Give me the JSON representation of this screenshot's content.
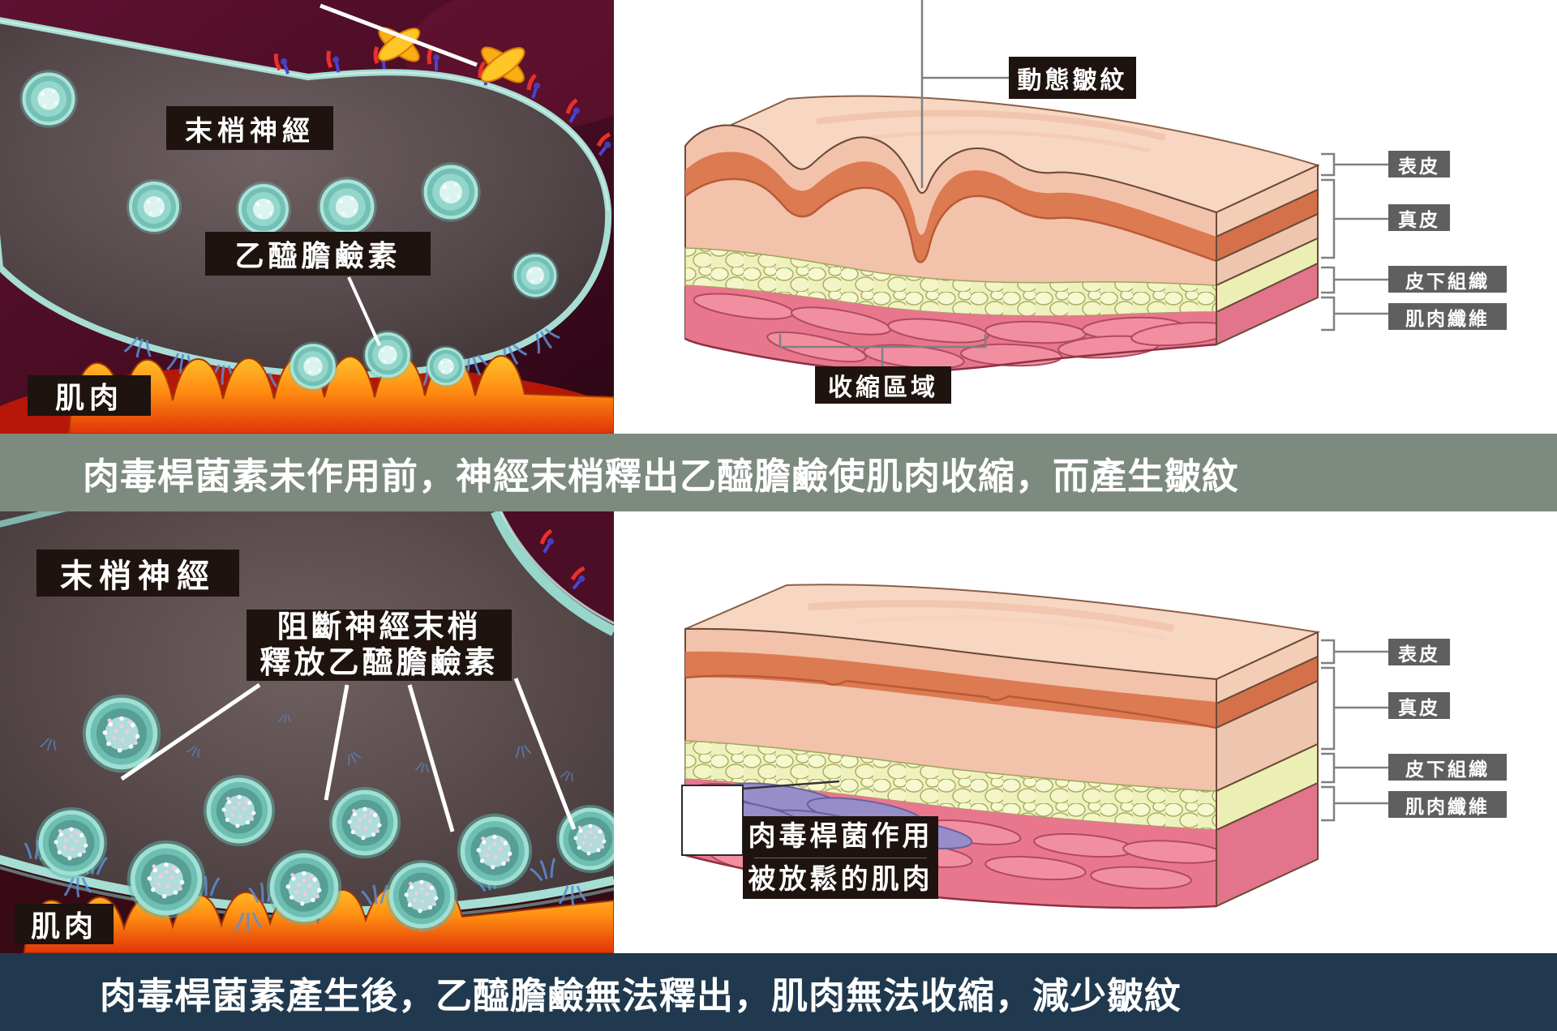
{
  "captions": {
    "before": "肉毒桿菌素未作用前，神經末梢釋出乙醯膽鹼使肌肉收縮，而產生皺紋",
    "after": "肉毒桿菌素產生後，乙醯膽鹼無法釋出，肌肉無法收縮，減少皺紋"
  },
  "before_nerve_panel": {
    "terminal_label": "末梢神經",
    "acetylcholine_label": "乙醯膽鹼素",
    "muscle_label": "肌肉"
  },
  "before_skin_panel": {
    "dynamic_wrinkle_label": "動態皺紋",
    "contraction_label": "收縮區域",
    "layer_labels": [
      "表皮",
      "真皮",
      "皮下組織",
      "肌肉纖維"
    ]
  },
  "after_nerve_panel": {
    "terminal_label": "末梢神經",
    "block_label_line1": "阻斷神經末梢",
    "block_label_line2": "釋放乙醯膽鹼素",
    "muscle_label": "肌肉"
  },
  "after_skin_panel": {
    "layer_labels": [
      "表皮",
      "真皮",
      "皮下組織",
      "肌肉纖維"
    ],
    "botox_label_line1": "肉毒桿菌作用",
    "botox_label_line2": "被放鬆的肌肉"
  },
  "colors": {
    "before_caption_bg": "#7d8a7f",
    "after_caption_bg": "#20394e",
    "annotation_box_bg": "#1e130e",
    "layer_label_bg": "#5f5f5f",
    "membrane_teal": "#a7ddd3",
    "muscle_orange": "#ff8d12",
    "skin_coral": "#dc7a52",
    "fat_yellow": "#f2f4c4",
    "muscle_pink": "#e8778d",
    "relaxed_muscle_purple": "#978dc9"
  }
}
